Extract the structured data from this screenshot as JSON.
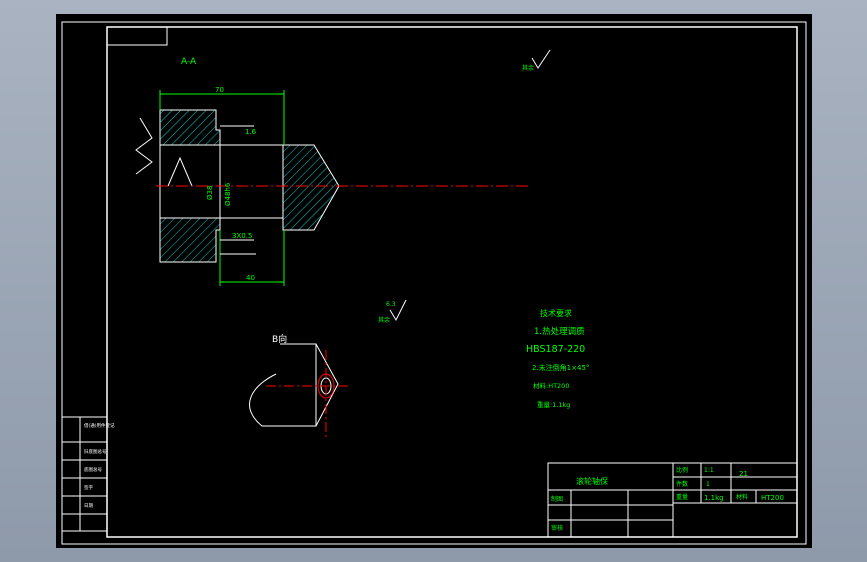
{
  "colors": {
    "background": "#000000",
    "outline": "#ffffff",
    "dimension": "#00ff00",
    "centerline": "#ff0000",
    "hatch": "#00cccc",
    "window_bg": "#a9b3c1"
  },
  "section_view": {
    "label": "A-A",
    "dims": {
      "overall_length": "70",
      "bore_length": "40",
      "chamfer": "1.6",
      "groove": "3X0.5",
      "dia_small": "Ø38",
      "dia_bore": "Ø48h6"
    }
  },
  "detail_view": {
    "label": "B向"
  },
  "roughness": {
    "top": {
      "label": "其余"
    },
    "mid": {
      "value": "6.3",
      "label": "其余"
    }
  },
  "tech_requirements": {
    "title": "技术要求",
    "item1": "1.热处理调质",
    "item2": "HBS187-220",
    "item3": "2.未注倒角1×45°",
    "item4": "材料:HT200",
    "item5": "重量:1.1kg"
  },
  "title_block": {
    "part_name": "滚轮轴保",
    "scale_label": "比例",
    "scale_value": "1:1",
    "drawing_no": "21",
    "count_label": "件数",
    "count_value": "1",
    "weight_label": "重量",
    "weight_value": "1.1kg",
    "material_label": "材料",
    "material_value": "HT200",
    "drawn_label": "制图",
    "checked_label": "审核"
  },
  "side_table": {
    "rows": [
      "借(通)用件登记",
      "旧底图总号",
      "底图总号",
      "签字",
      "日期"
    ]
  }
}
